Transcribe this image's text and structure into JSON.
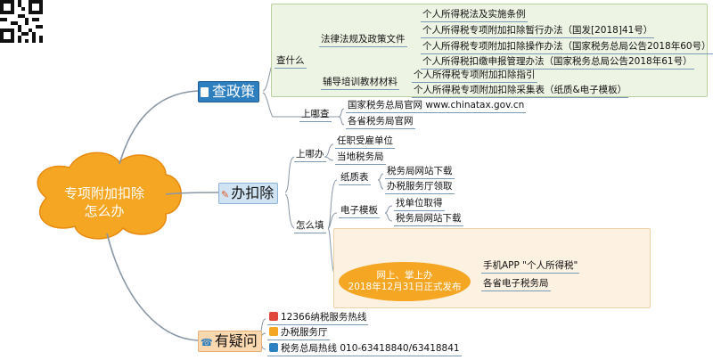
{
  "center": {
    "line1": "专项附加扣除",
    "line2": "怎么办"
  },
  "branches": {
    "policy": {
      "label": "查政策",
      "what": {
        "label": "查什么",
        "laws": {
          "label": "法律法规及政策文件",
          "items": [
            "个人所得税法及实施条例",
            "个人所得税专项附加扣除暂行办法（国发[2018]41号）",
            "个人所得税专项附加扣除操作办法（国家税务总局公告2018年60号）",
            "个人所得税扣缴申报管理办法（国家税务总局公告2018年61号）"
          ]
        },
        "guides": {
          "label": "辅导培训教材材料",
          "items": [
            "个人所得税专项附加扣除指引",
            "个人所得税专项附加扣除采集表（纸质&电子模板）"
          ]
        }
      },
      "where": {
        "label": "上哪查",
        "items": [
          "国家税务总局官网    www.chinatax.gov.cn",
          "各省税务局官网"
        ]
      }
    },
    "handle": {
      "label": "办扣除",
      "where": {
        "label": "上哪办",
        "items": [
          "任职受雇单位",
          "当地税务局"
        ]
      },
      "how": {
        "label": "怎么填",
        "paper": {
          "label": "纸质表",
          "items": [
            "税务局网站下载",
            "办税服务厅领取"
          ]
        },
        "electronic": {
          "label": "电子模板",
          "items": [
            "找单位取得",
            "税务局网站下载"
          ]
        },
        "online": {
          "line1": "网上、掌上办",
          "line2": "2018年12月31日正式发布",
          "items": [
            "手机APP \"个人所得税\"",
            "各省电子税务局"
          ]
        }
      }
    },
    "questions": {
      "label": "有疑问",
      "items": [
        "12366纳税服务热线",
        "办税服务厅",
        "税务总局热线  010-63418840/63418841"
      ]
    }
  },
  "colors": {
    "cloud": "#f5a623",
    "branch_bg": "#2e7fbf",
    "branch_bg2": "#fbd8b0",
    "line": "#7a8a99"
  }
}
